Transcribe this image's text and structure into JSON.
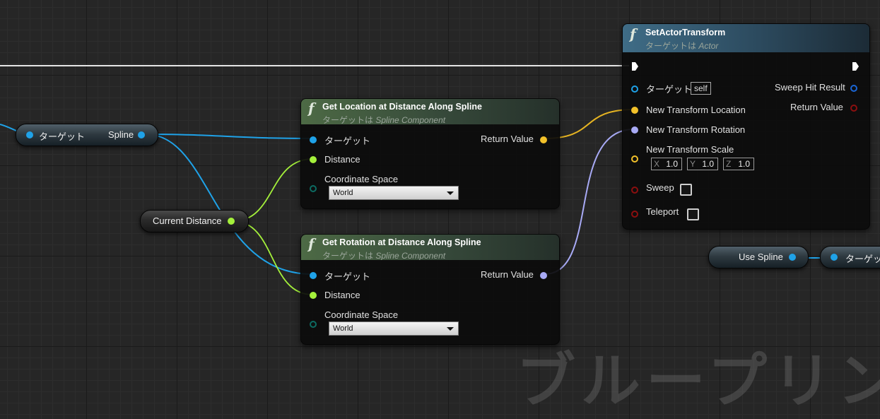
{
  "watermark": "ブループリント",
  "colors": {
    "object_pin": "#1fa2e8",
    "float_pin": "#a4f03b",
    "vector_pin": "#f2c12a",
    "rotator_pin": "#a8aaf5",
    "enum_pin": "#0d6b62",
    "bool_pin": "#8c0f0f",
    "struct_pin": "#1a66d6",
    "exec_pin": "#ffffff"
  },
  "nodes": {
    "spline_getter": {
      "target_label": "ターゲット",
      "output_label": "Spline"
    },
    "current_distance": {
      "label": "Current Distance"
    },
    "get_location": {
      "icon": "function-icon",
      "title": "Get Location at Distance Along Spline",
      "subtitle_prefix": "ターゲットは",
      "subtitle_class": "Spline Component",
      "target_label": "ターゲット",
      "distance_label": "Distance",
      "coord_label": "Coordinate Space",
      "coord_value": "World",
      "return_label": "Return Value"
    },
    "get_rotation": {
      "icon": "function-icon",
      "title": "Get Rotation at Distance Along Spline",
      "subtitle_prefix": "ターゲットは",
      "subtitle_class": "Spline Component",
      "target_label": "ターゲット",
      "distance_label": "Distance",
      "coord_label": "Coordinate Space",
      "coord_value": "World",
      "return_label": "Return Value"
    },
    "set_actor_transform": {
      "icon": "function-icon",
      "title": "SetActorTransform",
      "subtitle_prefix": "ターゲットは",
      "subtitle_class": "Actor",
      "target_label": "ターゲット",
      "target_default": "self",
      "location_label": "New Transform Location",
      "rotation_label": "New Transform Rotation",
      "scale_label": "New Transform Scale",
      "scale": [
        {
          "axis": "X",
          "value": "1.0"
        },
        {
          "axis": "Y",
          "value": "1.0"
        },
        {
          "axis": "Z",
          "value": "1.0"
        }
      ],
      "sweep_label": "Sweep",
      "teleport_label": "Teleport",
      "sweep_hit_label": "Sweep Hit Result",
      "return_label": "Return Value"
    },
    "use_spline": {
      "label": "Use Spline"
    },
    "partial_target": {
      "label": "ターゲッ"
    }
  }
}
